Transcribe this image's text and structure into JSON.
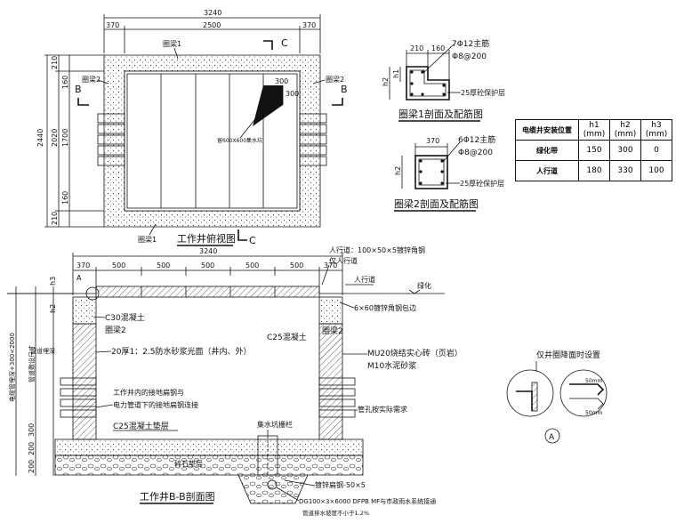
{
  "plan": {
    "title": "工作井俯视图",
    "top_dims": [
      "3240",
      "370",
      "2500",
      "370"
    ],
    "left_dims": [
      "2440",
      "210",
      "160",
      "2020",
      "1700",
      "160",
      "210"
    ],
    "beam1_top": "圈梁1",
    "beam1_bottom": "圈梁1",
    "beam2_left": "圈梁2",
    "beam2_right": "圈梁2",
    "pit_dims": [
      "300",
      "300"
    ],
    "pit_note": "留600X600集水坑",
    "section_b": "B",
    "section_c": "C"
  },
  "beam1_section": {
    "title": "圈梁1剖面及配筋图",
    "dims": [
      "210",
      "160",
      "h1",
      "h2"
    ],
    "main_bars": "7Φ12主筋",
    "stirrup": "Φ8@200",
    "cover": "25厚砼保护层"
  },
  "beam2_section": {
    "title": "圈梁2剖面及配筋图",
    "dims": [
      "370",
      "h2"
    ],
    "main_bars": "6Φ12主筋",
    "stirrup": "Φ8@200",
    "cover": "25厚砼保护层"
  },
  "table": {
    "headers": [
      "电缆井安装位置",
      "h1\n(mm)",
      "h2\n(mm)",
      "h3\n(mm)"
    ],
    "rows": [
      [
        "绿化带",
        "150",
        "300",
        "0"
      ],
      [
        "人行道",
        "180",
        "330",
        "100"
      ]
    ]
  },
  "section": {
    "title": "工作井B-B剖面图",
    "top_dims": [
      "3240",
      "370",
      "500",
      "500",
      "500",
      "500",
      "500",
      "370"
    ],
    "left_dims": [
      "h3",
      "h2",
      "电缆管埋深+300<2000",
      "管道埋深",
      "管道敷设尺寸",
      "300",
      "200",
      "200"
    ],
    "labels": {
      "c30": "C30混凝土",
      "beam2_l": "圈梁2",
      "plaster": "20厚1：2.5防水砂浆光面（井内、外）",
      "grounding": "工作井内的接地扁钢与",
      "grounding2": "电力管道下的接地扁钢连接",
      "c25_pad": "C25混凝土垫层",
      "pit_grate": "集水坑栅栏",
      "gravel": "碎石垫层",
      "flat_steel": "镀锌扁钢-50×5",
      "drain_pipe": "DG100×3×6000 DFPB MF与市政雨水系统接通",
      "slope": "管道排水坡度不小于1.2%",
      "sidewalk": "人行道：100×50×5镀锌角钢",
      "sidewalk2": "仅人行道",
      "sidewalk_lbl": "人行道",
      "green": "绿化",
      "angle": "6×60镀锌角钢包边",
      "beam2_r": "圈梁2",
      "c25": "C25混凝土",
      "mu20": "MU20烧结实心砖（页岩）",
      "m10": "M10水泥砂浆",
      "pipe_hole": "管孔按实际需求",
      "marker_a": "A"
    }
  },
  "detail": {
    "title": "仅井圈降面时设置",
    "dim1": "50mm",
    "dim2": "50mm",
    "marker": "A"
  }
}
